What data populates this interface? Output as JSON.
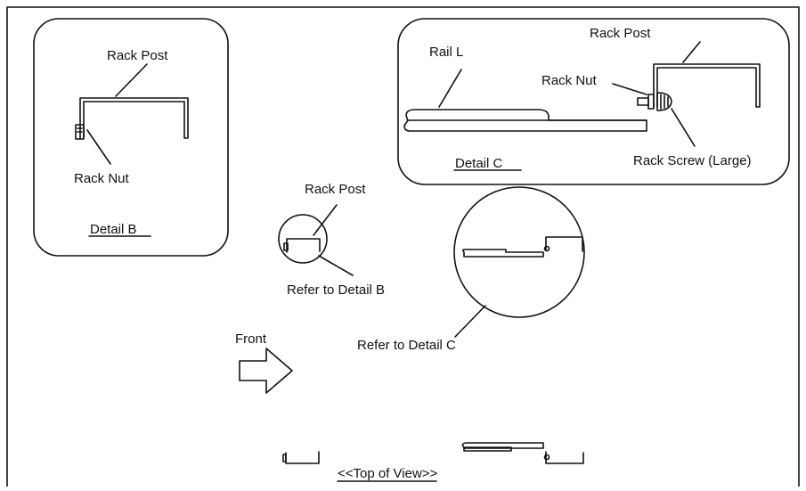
{
  "detail_b": {
    "rack_post": "Rack Post",
    "rack_nut": "Rack Nut",
    "caption": "Detail B"
  },
  "detail_c": {
    "rail_l": "Rail L",
    "rack_post": "Rack Post",
    "rack_nut": "Rack Nut",
    "rack_screw": "Rack Screw (Large)",
    "caption": "Detail C"
  },
  "overview": {
    "rack_post": "Rack Post",
    "refer_b": "Refer to Detail B",
    "refer_c": "Refer to Detail C",
    "front": "Front",
    "top_view": "<<Top of View>>"
  }
}
